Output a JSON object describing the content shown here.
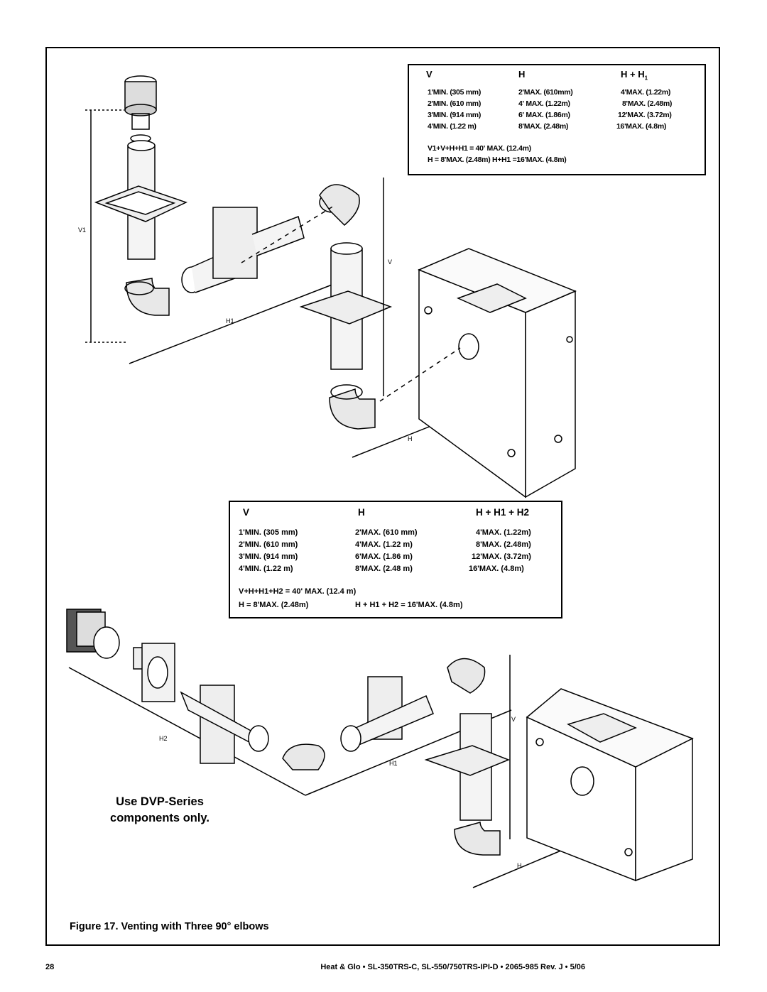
{
  "table_top": {
    "headers": [
      "V",
      "H",
      "H + H1"
    ],
    "header_h1_main": "H + H",
    "header_h1_sub": "1",
    "rows": [
      [
        "1'MIN. (305 mm)",
        "2'MAX. (610mm)",
        "4'MAX. (1.22m)"
      ],
      [
        "2'MIN. (610 mm)",
        "4' MAX. (1.22m)",
        "8'MAX. (2.48m)"
      ],
      [
        "3'MIN. (914 mm)",
        "6' MAX. (1.86m)",
        "12'MAX. (3.72m)"
      ],
      [
        "4'MIN. (1.22 m)",
        "8'MAX. (2.48m)",
        "16'MAX. (4.8m)"
      ]
    ],
    "note1": "V1+V+H+H1 = 40' MAX. (12.4m)",
    "note2": "H = 8'MAX. (2.48m)   H+H1 =16'MAX. (4.8m)"
  },
  "table_bottom": {
    "header_v": "V",
    "header_h": "H",
    "header_sum": "H + H1 + H2",
    "rows": [
      [
        "1'MIN. (305 mm)",
        "2'MAX. (610 mm)",
        "4'MAX. (1.22m)"
      ],
      [
        "2'MIN. (610 mm)",
        "4'MAX. (1.22 m)",
        "8'MAX. (2.48m)"
      ],
      [
        "3'MIN. (914 mm)",
        "6'MAX. (1.86 m)",
        "12'MAX. (3.72m)"
      ],
      [
        "4'MIN. (1.22 m)",
        "8'MAX. (2.48 m)",
        "16'MAX. (4.8m)"
      ]
    ],
    "note1": "V+H+H1+H2 = 40' MAX. (12.4 m)",
    "note2_left": "H = 8'MAX. (2.48m)",
    "note2_right": "H + H1 + H2 = 16'MAX. (4.8m)"
  },
  "dimension_labels": {
    "top_v1": "V1",
    "top_h1": "H1",
    "top_v": "V",
    "top_h": "H",
    "bot_h2": "H2",
    "bot_h1": "H1",
    "bot_v": "V",
    "bot_h": "H"
  },
  "note": {
    "line1": "Use DVP-Series",
    "line2": "components only."
  },
  "caption": "Figure 17.    Venting with Three 90° elbows",
  "footer": {
    "page": "28",
    "doc": "Heat & Glo  •  SL-350TRS-C, SL-550/750TRS-IPI-D  •  2065-985  Rev. J  •  5/06"
  }
}
